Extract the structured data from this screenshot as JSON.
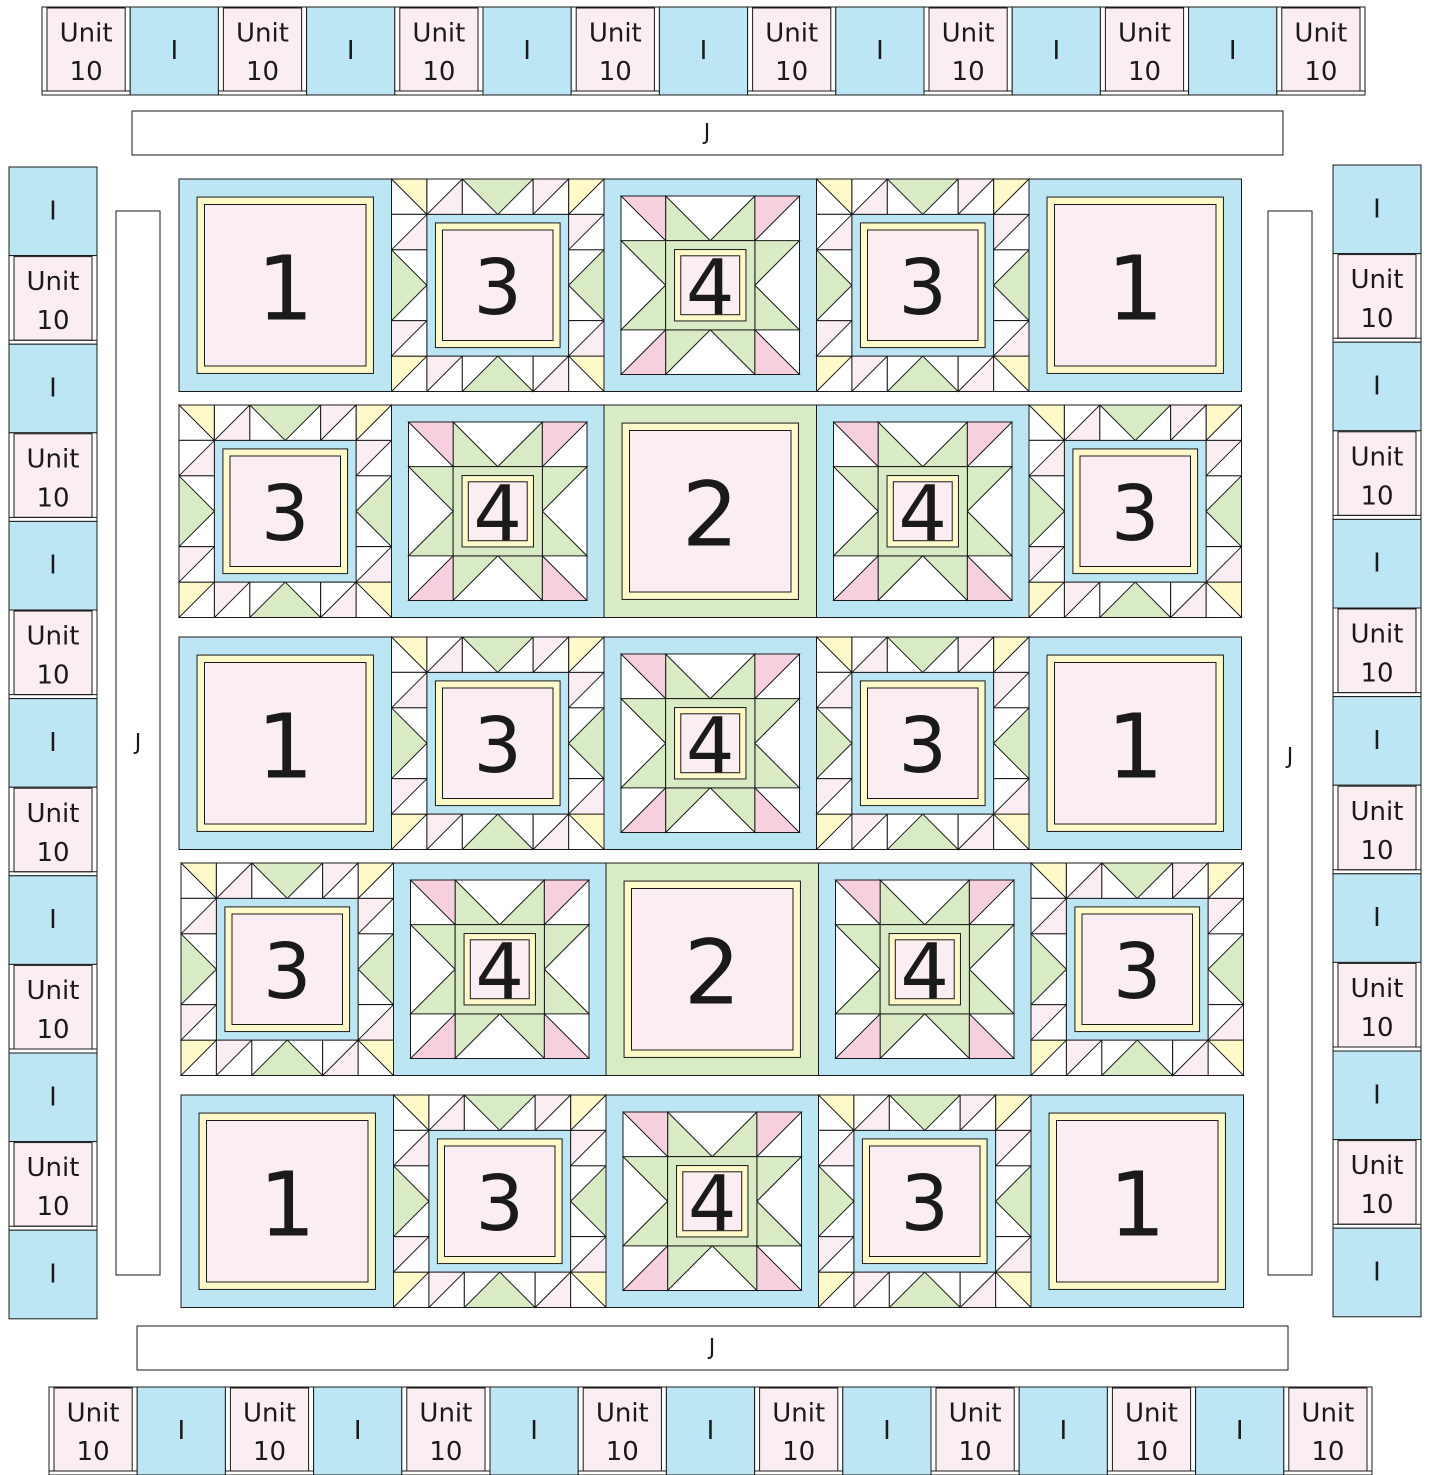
{
  "labels": {
    "unit": "Unit",
    "unit_number": "10",
    "sash": "I",
    "strip": "J"
  },
  "colors": {
    "blue": "#bde6f5",
    "pink": "#fbeef3",
    "pink_triangle": "#f7d0e0",
    "green": "#d9ebc4",
    "yellow": "#fdf9c8",
    "line": "#1a1a1a",
    "white": "#ffffff"
  },
  "quilt": {
    "rows": [
      [
        "1",
        "3",
        "4",
        "3",
        "1"
      ],
      [
        "3",
        "4",
        "2",
        "4",
        "3"
      ],
      [
        "1",
        "3",
        "4",
        "3",
        "1"
      ],
      [
        "3",
        "4",
        "2",
        "4",
        "3"
      ],
      [
        "1",
        "3",
        "4",
        "3",
        "1"
      ]
    ]
  },
  "borders": {
    "top_sequence": [
      "Unit 10",
      "I",
      "Unit 10",
      "I",
      "Unit 10",
      "I",
      "Unit 10",
      "I",
      "Unit 10",
      "I",
      "Unit 10",
      "I",
      "Unit 10",
      "I",
      "Unit 10"
    ],
    "side_sequence": [
      "I",
      "Unit 10",
      "I",
      "Unit 10",
      "I",
      "Unit 10",
      "I",
      "Unit 10",
      "I",
      "Unit 10",
      "I",
      "Unit 10",
      "I"
    ]
  }
}
